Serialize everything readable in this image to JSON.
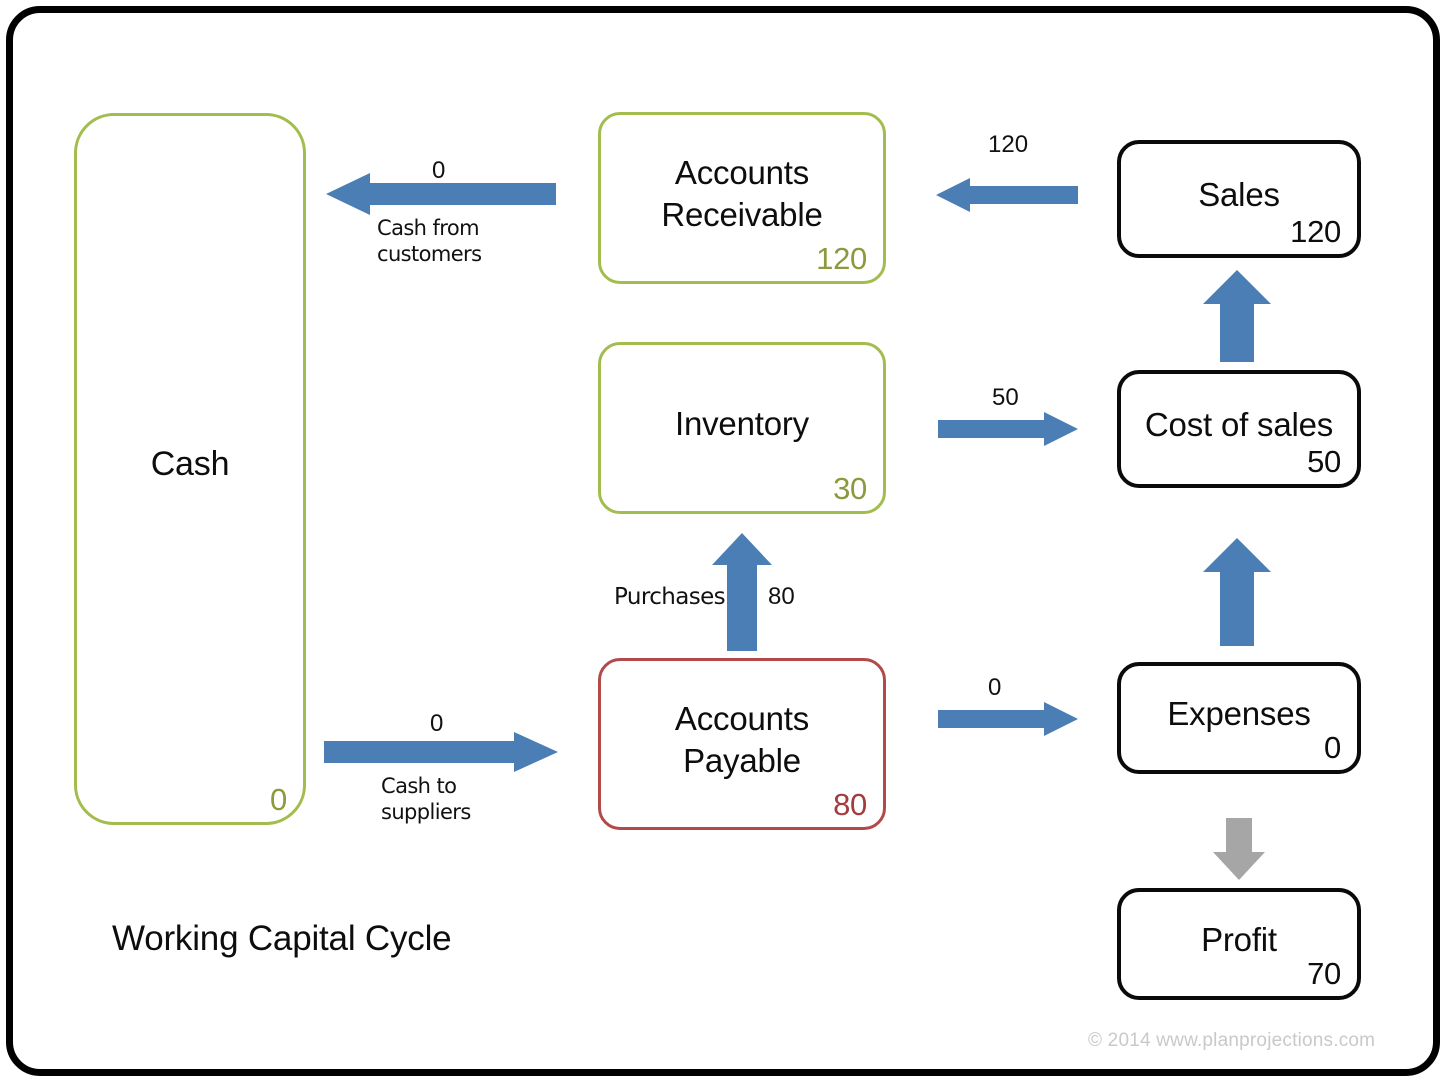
{
  "diagram": {
    "title": "Working Capital Cycle",
    "watermark": "© 2014 www.planprojections.com",
    "colors": {
      "olive": "#a2bd4e",
      "red": "#b24a4a",
      "black": "#0a0a0a",
      "blue_arrow": "#4a7eb5",
      "gray_arrow": "#a6a6a6",
      "watermark_gray": "#c9c9c9"
    }
  },
  "nodes": {
    "cash": {
      "label": "Cash",
      "value": "0",
      "border": "olive"
    },
    "accounts_receivable": {
      "label": "Accounts\nReceivable",
      "value": "120",
      "border": "olive"
    },
    "inventory": {
      "label": "Inventory",
      "value": "30",
      "border": "olive"
    },
    "accounts_payable": {
      "label": "Accounts\nPayable",
      "value": "80",
      "border": "red"
    },
    "sales": {
      "label": "Sales",
      "value": "120",
      "border": "black"
    },
    "cost_of_sales": {
      "label": "Cost of sales",
      "value": "50",
      "border": "black"
    },
    "expenses": {
      "label": "Expenses",
      "value": "0",
      "border": "black"
    },
    "profit": {
      "label": "Profit",
      "value": "70",
      "border": "black"
    }
  },
  "flows": {
    "cash_from_customers": {
      "amount": "0",
      "caption": "Cash from\ncustomers",
      "direction": "left",
      "color": "blue"
    },
    "sales_to_receivable": {
      "amount": "120",
      "caption": "",
      "direction": "left",
      "color": "blue"
    },
    "inventory_to_cos": {
      "amount": "50",
      "caption": "",
      "direction": "right",
      "color": "blue"
    },
    "cos_to_sales": {
      "amount": "",
      "caption": "",
      "direction": "up",
      "color": "blue"
    },
    "purchases": {
      "amount": "80",
      "caption": "Purchases",
      "direction": "up",
      "color": "blue"
    },
    "expenses_to_cos": {
      "amount": "",
      "caption": "",
      "direction": "up",
      "color": "blue"
    },
    "cash_to_suppliers": {
      "amount": "0",
      "caption": "Cash to\nsuppliers",
      "direction": "right",
      "color": "blue"
    },
    "payable_to_expenses": {
      "amount": "0",
      "caption": "",
      "direction": "right",
      "color": "blue"
    },
    "expenses_to_profit": {
      "amount": "",
      "caption": "",
      "direction": "down",
      "color": "gray"
    }
  },
  "chart_data": {
    "type": "diagram",
    "title": "Working Capital Cycle",
    "nodes": [
      {
        "id": "cash",
        "label": "Cash",
        "value": 0
      },
      {
        "id": "accounts_receivable",
        "label": "Accounts Receivable",
        "value": 120
      },
      {
        "id": "inventory",
        "label": "Inventory",
        "value": 30
      },
      {
        "id": "accounts_payable",
        "label": "Accounts Payable",
        "value": 80
      },
      {
        "id": "sales",
        "label": "Sales",
        "value": 120
      },
      {
        "id": "cost_of_sales",
        "label": "Cost of sales",
        "value": 50
      },
      {
        "id": "expenses",
        "label": "Expenses",
        "value": 0
      },
      {
        "id": "profit",
        "label": "Profit",
        "value": 70
      }
    ],
    "edges": [
      {
        "from": "accounts_receivable",
        "to": "cash",
        "value": 0,
        "label": "Cash from customers"
      },
      {
        "from": "sales",
        "to": "accounts_receivable",
        "value": 120,
        "label": ""
      },
      {
        "from": "inventory",
        "to": "cost_of_sales",
        "value": 50,
        "label": ""
      },
      {
        "from": "cost_of_sales",
        "to": "sales",
        "value": null,
        "label": ""
      },
      {
        "from": "accounts_payable",
        "to": "inventory",
        "value": 80,
        "label": "Purchases"
      },
      {
        "from": "expenses",
        "to": "cost_of_sales",
        "value": null,
        "label": ""
      },
      {
        "from": "cash",
        "to": "accounts_payable",
        "value": 0,
        "label": "Cash to suppliers"
      },
      {
        "from": "accounts_payable",
        "to": "expenses",
        "value": 0,
        "label": ""
      },
      {
        "from": "expenses",
        "to": "profit",
        "value": null,
        "label": ""
      }
    ]
  }
}
